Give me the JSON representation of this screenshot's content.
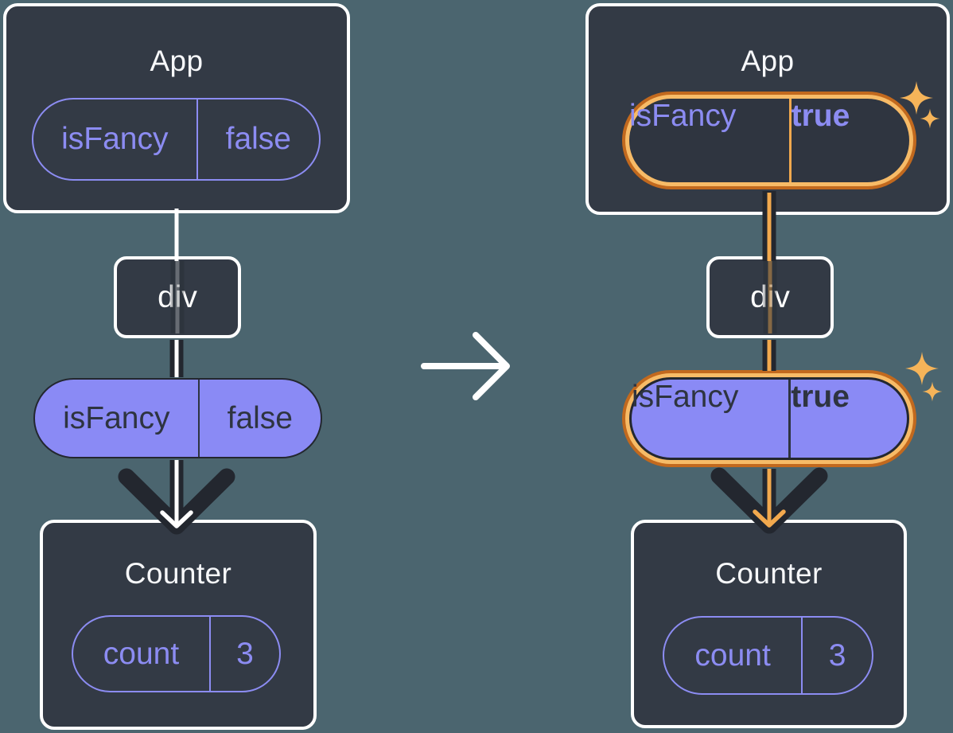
{
  "diagram": {
    "description": "React state flowing as props, before and after isFancy changes",
    "before": {
      "app": {
        "title": "App"
      },
      "app_state": {
        "name": "isFancy",
        "value": "false"
      },
      "div_node": {
        "label": "div"
      },
      "prop": {
        "name": "isFancy",
        "value": "false"
      },
      "counter": {
        "title": "Counter"
      },
      "counter_state": {
        "name": "count",
        "value": "3"
      }
    },
    "after": {
      "app": {
        "title": "App"
      },
      "app_state": {
        "name": "isFancy",
        "value": "true"
      },
      "div_node": {
        "label": "div"
      },
      "prop": {
        "name": "isFancy",
        "value": "true"
      },
      "counter": {
        "title": "Counter"
      },
      "counter_state": {
        "name": "count",
        "value": "3"
      }
    },
    "colors": {
      "background": "#4B656F",
      "card": "#333A45",
      "card_border": "#FFFFFF",
      "purple_accent": "#8C8CF2",
      "purple_fill": "#8A8AF5",
      "dark_line": "#23272F",
      "dark_text": "#2E3440",
      "highlight_ring_outer": "#C2691E",
      "highlight_ring_inner": "#F7BB67",
      "highlight_flow": "#F2A94E",
      "sparkle": "#F6B459",
      "flow_white": "#FFFFFF"
    }
  }
}
